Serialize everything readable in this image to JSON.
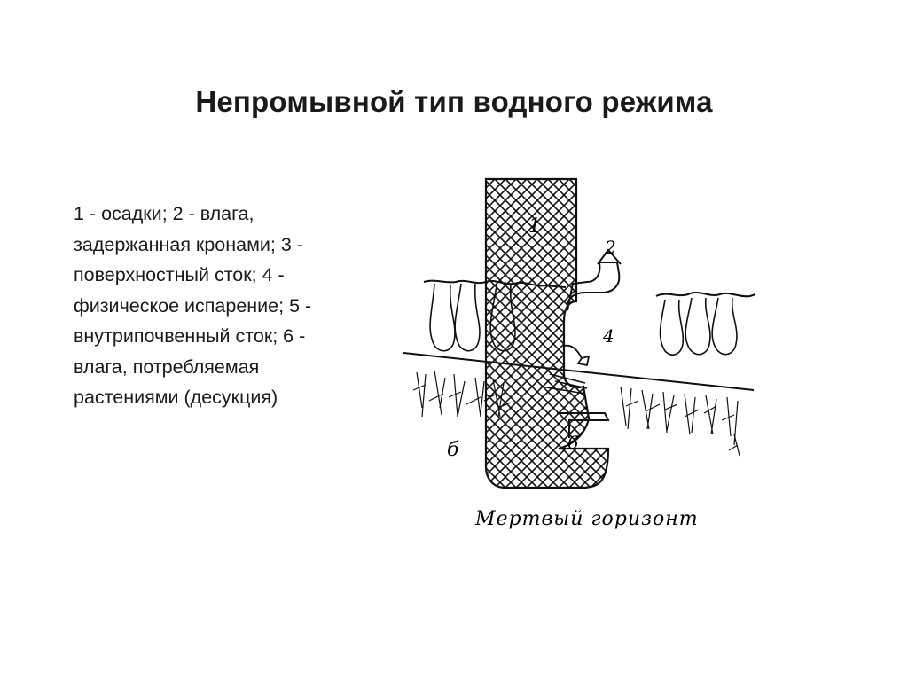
{
  "slide": {
    "title": "Непромывной тип водного режима",
    "legend_text": "1 - осадки;  2 - влага, задержанная кронами; 3 - поверхностный сток; 4 - физическое испарение; 5 - внутрипочвенный сток; 6 - влага, потребляемая растениями (десукция)"
  },
  "figure": {
    "labels": {
      "n1": "1",
      "n2": "2",
      "n4": "4",
      "n6": "6",
      "b": "б"
    },
    "caption": "Мертвый горизонт"
  }
}
